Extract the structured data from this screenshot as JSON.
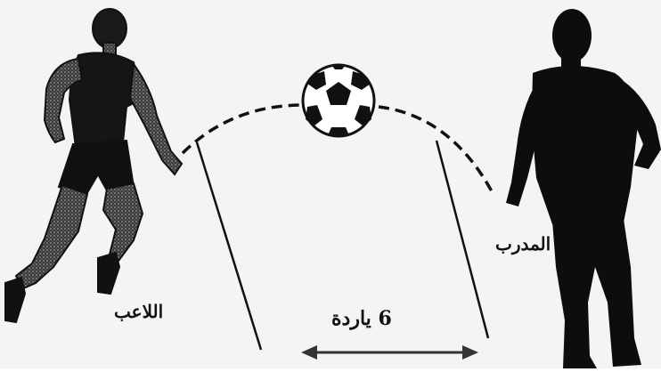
{
  "labels": {
    "player": "اللاعب",
    "coach": "المدرب",
    "distance": "6 ياردة"
  },
  "colors": {
    "ink": "#111111",
    "player_texture": "#5a5a5a",
    "coach_silhouette": "#0d0d0d",
    "arrow": "#333333"
  }
}
